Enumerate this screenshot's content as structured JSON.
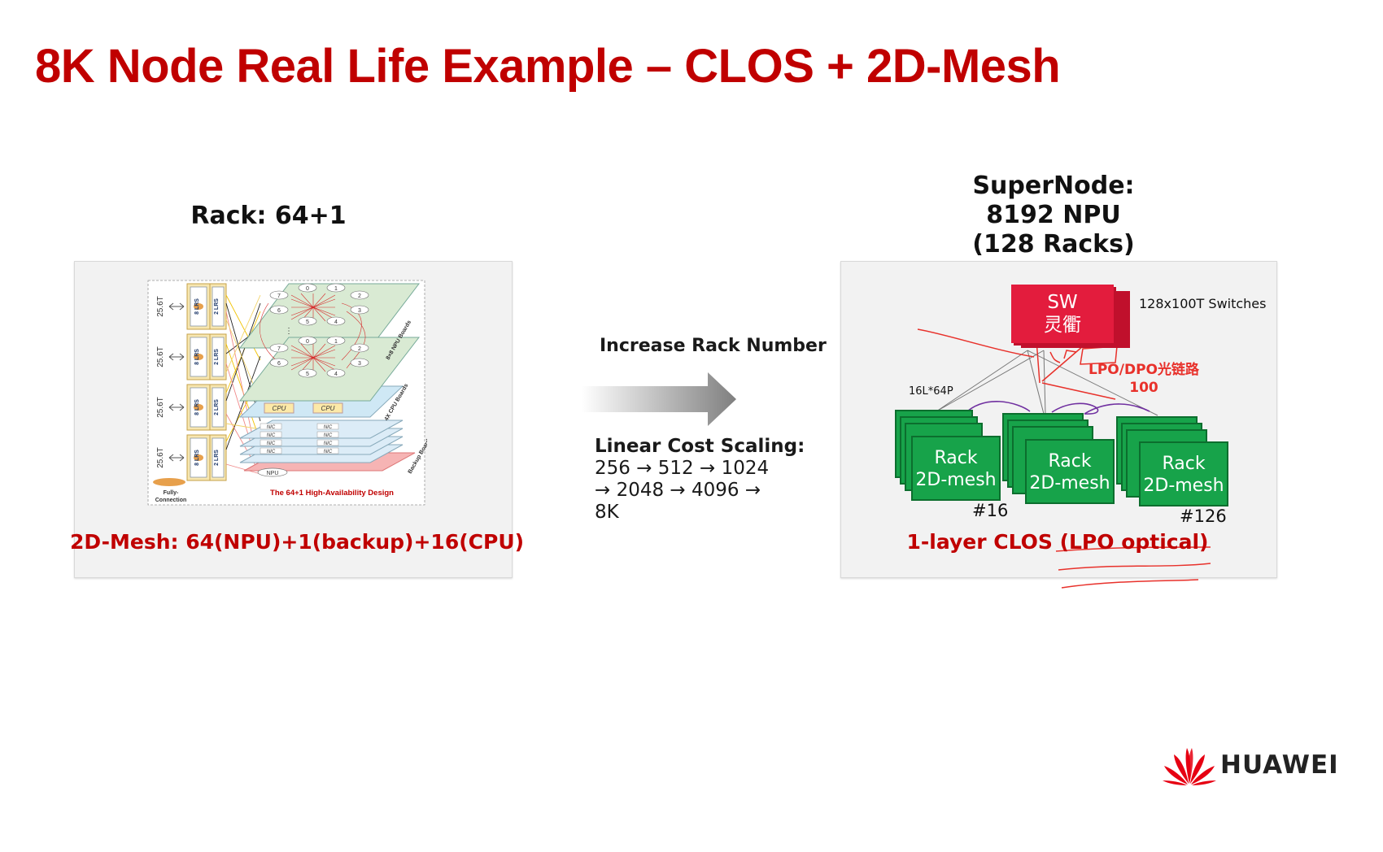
{
  "slide": {
    "title": "8K Node Real Life Example – CLOS + 2D-Mesh",
    "left": {
      "heading": "Rack: 64+1",
      "caption": "2D-Mesh: 64(NPU)+1(backup)+16(CPU)",
      "diagram": {
        "bw_label": "25.6T",
        "lrs8": "8 LRS",
        "lrs2": "2 LRS",
        "npu_nodes": [
          "0",
          "1",
          "2",
          "3",
          "4",
          "5",
          "6",
          "7"
        ],
        "cpu_label": "CPU",
        "nic_label": "NIC",
        "npu_label": "NPU",
        "side_npu": "8×8 NPU Boards",
        "side_cpu": "4X CPU Boards",
        "side_backup": "Backup Board",
        "fully_connection": "Fully-\nConnection",
        "design_caption": "The 64+1 High-Availability Design"
      }
    },
    "middle": {
      "increase_label": "Increase Rack Number",
      "scaling_title": "Linear Cost Scaling:",
      "scaling_lines": [
        "256 → 512 → 1024",
        "→ 2048 → 4096 →",
        "8K"
      ]
    },
    "right": {
      "heading_lines": [
        "SuperNode:",
        "8192 NPU",
        "(128 Racks)"
      ],
      "sw_lines": [
        "SW",
        "灵衢"
      ],
      "switch_label": "128x100T Switches",
      "link_label": "16L*64P",
      "annotation_lines": [
        "LPO/DPO光链路",
        "100"
      ],
      "rack_lines": [
        "Rack",
        "2D-mesh"
      ],
      "rack_numbers": [
        "#16",
        "#126"
      ],
      "caption": "1-layer CLOS (LPO optical)"
    },
    "brand": {
      "name": "HUAWEI",
      "color": "#e60012"
    },
    "colors": {
      "title": "#c00000",
      "rack_green": "#17a34a",
      "switch_red": "#e31c3d"
    }
  }
}
